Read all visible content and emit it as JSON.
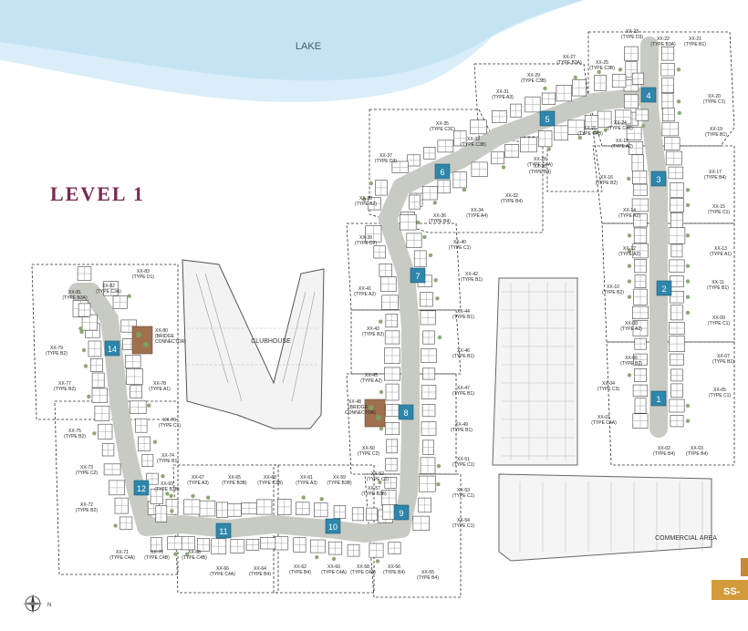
{
  "header": {
    "lake_label": "LAKE",
    "level_title": "LEVEL 1"
  },
  "areas": {
    "clubhouse": "CLUBHOUSE",
    "commercial": "COMMERCIAL AREA",
    "bridge_label": "XX-80\n(BRIDGE\nCONNECTOR)",
    "bridge_label_2": "XX-48\n(BRIDGE\nCONNECTOR)"
  },
  "footer": {
    "corner_badge": "SS-",
    "compass_letter": "N"
  },
  "colors": {
    "lake": "#bfe3f5",
    "title": "#7a2a55",
    "core": "#2e86ab",
    "path": "#c9ccc4",
    "green": "#8fa877",
    "badge": "#d39a3c"
  },
  "cores": [
    "1",
    "2",
    "3",
    "4",
    "5",
    "6",
    "7",
    "8",
    "9",
    "10",
    "11",
    "12",
    "14"
  ],
  "units": [
    {
      "id": "XX-23",
      "type": "(TYPE D3)"
    },
    {
      "id": "XX-22",
      "type": "(TYPE B3A)"
    },
    {
      "id": "XX-21",
      "type": "(TYPE B1)"
    },
    {
      "id": "XX-27",
      "type": "(TYPE B3A)"
    },
    {
      "id": "XX-25",
      "type": "(TYPE C3B)"
    },
    {
      "id": "XX-29",
      "type": "(TYPE C3B)"
    },
    {
      "id": "XX-31",
      "type": "(TYPE A3)"
    },
    {
      "id": "XX-20",
      "type": "(TYPE C1)"
    },
    {
      "id": "XX-35",
      "type": "(TYPE C3C)"
    },
    {
      "id": "XX-33",
      "type": "(TYPE C3B)"
    },
    {
      "id": "XX-24",
      "type": "(TYPE C4B)"
    },
    {
      "id": "XX-26",
      "type": "(TYPE C4B)"
    },
    {
      "id": "XX-18",
      "type": "(TYPE A2)"
    },
    {
      "id": "XX-19",
      "type": "(TYPE B1)"
    },
    {
      "id": "XX-37",
      "type": "(TYPE D3)"
    },
    {
      "id": "XX-28",
      "type": "(TYPE C4A)"
    },
    {
      "id": "XX-30",
      "type": "(TYPE B4)"
    },
    {
      "id": "XX-16",
      "type": "(TYPE B2)"
    },
    {
      "id": "XX-17",
      "type": "(TYPE B4)"
    },
    {
      "id": "XX-38",
      "type": "(TYPE B2)"
    },
    {
      "id": "XX-32",
      "type": "(TYPE B4)"
    },
    {
      "id": "XX-34",
      "type": "(TYPE A4)"
    },
    {
      "id": "XX-36",
      "type": "(TYPE B4)"
    },
    {
      "id": "XX-14",
      "type": "(TYPE A2)"
    },
    {
      "id": "XX-15",
      "type": "(TYPE C1)"
    },
    {
      "id": "XX-39",
      "type": "(TYPE D2)"
    },
    {
      "id": "XX-40",
      "type": "(TYPE C1)"
    },
    {
      "id": "XX-12",
      "type": "(TYPE A2)"
    },
    {
      "id": "XX-13",
      "type": "(TYPE A1)"
    },
    {
      "id": "XX-83",
      "type": "(TYPE D1)"
    },
    {
      "id": "XX-82",
      "type": "(TYPE C3A)"
    },
    {
      "id": "XX-81",
      "type": "(TYPE B3A)"
    },
    {
      "id": "XX-42",
      "type": "(TYPE B1)"
    },
    {
      "id": "XX-41",
      "type": "(TYPE A2)"
    },
    {
      "id": "XX-10",
      "type": "(TYPE B2)"
    },
    {
      "id": "XX-11",
      "type": "(TYPE B1)"
    },
    {
      "id": "XX-44",
      "type": "(TYPE B1)"
    },
    {
      "id": "XX-08",
      "type": "(TYPE A2)"
    },
    {
      "id": "XX-09",
      "type": "(TYPE C1)"
    },
    {
      "id": "XX-43",
      "type": "(TYPE B2)"
    },
    {
      "id": "XX-79",
      "type": "(TYPE B2)"
    },
    {
      "id": "XX-46",
      "type": "(TYPE B1)"
    },
    {
      "id": "XX-06",
      "type": "(TYPE B2)"
    },
    {
      "id": "XX-07",
      "type": "(TYPE B1)"
    },
    {
      "id": "XX-78",
      "type": "(TYPE A1)"
    },
    {
      "id": "XX-77",
      "type": "(TYPE B2)"
    },
    {
      "id": "XX-45",
      "type": "(TYPE A2)"
    },
    {
      "id": "XX-47",
      "type": "(TYPE B1)"
    },
    {
      "id": "XX-04",
      "type": "(TYPE C3)"
    },
    {
      "id": "XX-05",
      "type": "(TYPE C1)"
    },
    {
      "id": "XX-76",
      "type": "(TYPE C1)"
    },
    {
      "id": "XX-01",
      "type": "(TYPE C4A)"
    },
    {
      "id": "XX-49",
      "type": "(TYPE B1)"
    },
    {
      "id": "XX-75",
      "type": "(TYPE B2)"
    },
    {
      "id": "XX-50",
      "type": "(TYPE C2)"
    },
    {
      "id": "XX-02",
      "type": "(TYPE B4)"
    },
    {
      "id": "XX-03",
      "type": "(TYPE B4)"
    },
    {
      "id": "XX-74",
      "type": "(TYPE B1)"
    },
    {
      "id": "XX-51",
      "type": "(TYPE C1)"
    },
    {
      "id": "XX-73",
      "type": "(TYPE C2)"
    },
    {
      "id": "XX-52",
      "type": "(TYPE C2)"
    },
    {
      "id": "XX-67",
      "type": "(TYPE A3)"
    },
    {
      "id": "XX-65",
      "type": "(TYPE B3B)"
    },
    {
      "id": "XX-63",
      "type": "(TYPE C3B)"
    },
    {
      "id": "XX-61",
      "type": "(TYPE A3)"
    },
    {
      "id": "XX-59",
      "type": "(TYPE B3B)"
    },
    {
      "id": "XX-69",
      "type": "(TYPE B3B)"
    },
    {
      "id": "XX-57",
      "type": "(TYPE B3B)"
    },
    {
      "id": "XX-53",
      "type": "(TYPE C1)"
    },
    {
      "id": "XX-72",
      "type": "(TYPE B2)"
    },
    {
      "id": "XX-54",
      "type": "(TYPE C1)"
    },
    {
      "id": "XX-71",
      "type": "(TYPE C4A)"
    },
    {
      "id": "XX-70",
      "type": "(TYPE C4B)"
    },
    {
      "id": "XX-68",
      "type": "(TYPE C4B)"
    },
    {
      "id": "XX-66",
      "type": "(TYPE C4A)"
    },
    {
      "id": "XX-64",
      "type": "(TYPE B4)"
    },
    {
      "id": "XX-62",
      "type": "(TYPE B4)"
    },
    {
      "id": "XX-60",
      "type": "(TYPE C4A)"
    },
    {
      "id": "XX-58",
      "type": "(TYPE C4A)"
    },
    {
      "id": "XX-56",
      "type": "(TYPE B4)"
    },
    {
      "id": "XX-55",
      "type": "(TYPE B4)"
    }
  ]
}
